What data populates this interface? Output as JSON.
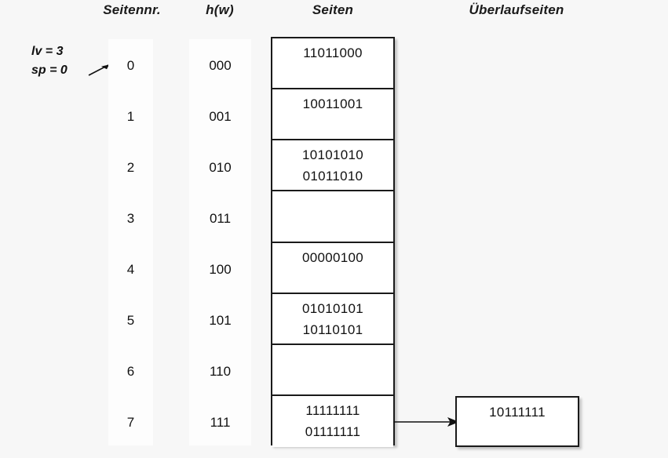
{
  "headers": {
    "seitennr": "Seitennr.",
    "hw": "h(w)",
    "seiten": "Seiten",
    "ueberlaufseiten": "Überlaufseiten"
  },
  "params": {
    "lv": "lv = 3",
    "sp": "sp = 0",
    "pointer_icon": "arrow-pointer-icon"
  },
  "rows": [
    {
      "index": "0",
      "hash": "000",
      "entries": [
        "11011000"
      ]
    },
    {
      "index": "1",
      "hash": "001",
      "entries": [
        "10011001"
      ]
    },
    {
      "index": "2",
      "hash": "010",
      "entries": [
        "10101010",
        "01011010"
      ]
    },
    {
      "index": "3",
      "hash": "011",
      "entries": []
    },
    {
      "index": "4",
      "hash": "100",
      "entries": [
        "00000100"
      ]
    },
    {
      "index": "5",
      "hash": "101",
      "entries": [
        "01010101",
        "10110101"
      ]
    },
    {
      "index": "6",
      "hash": "110",
      "entries": []
    },
    {
      "index": "7",
      "hash": "111",
      "entries": [
        "11111111",
        "01111111"
      ]
    }
  ],
  "overflow": {
    "entries": [
      "10111111"
    ],
    "from_row_index": "7",
    "connector_icon": "arrow-right-icon"
  },
  "colors": {
    "background": "#f7f7f7",
    "band": "#fdfdfd",
    "box_fill": "#ffffff",
    "border": "#1a1a1a",
    "text": "#111111"
  }
}
